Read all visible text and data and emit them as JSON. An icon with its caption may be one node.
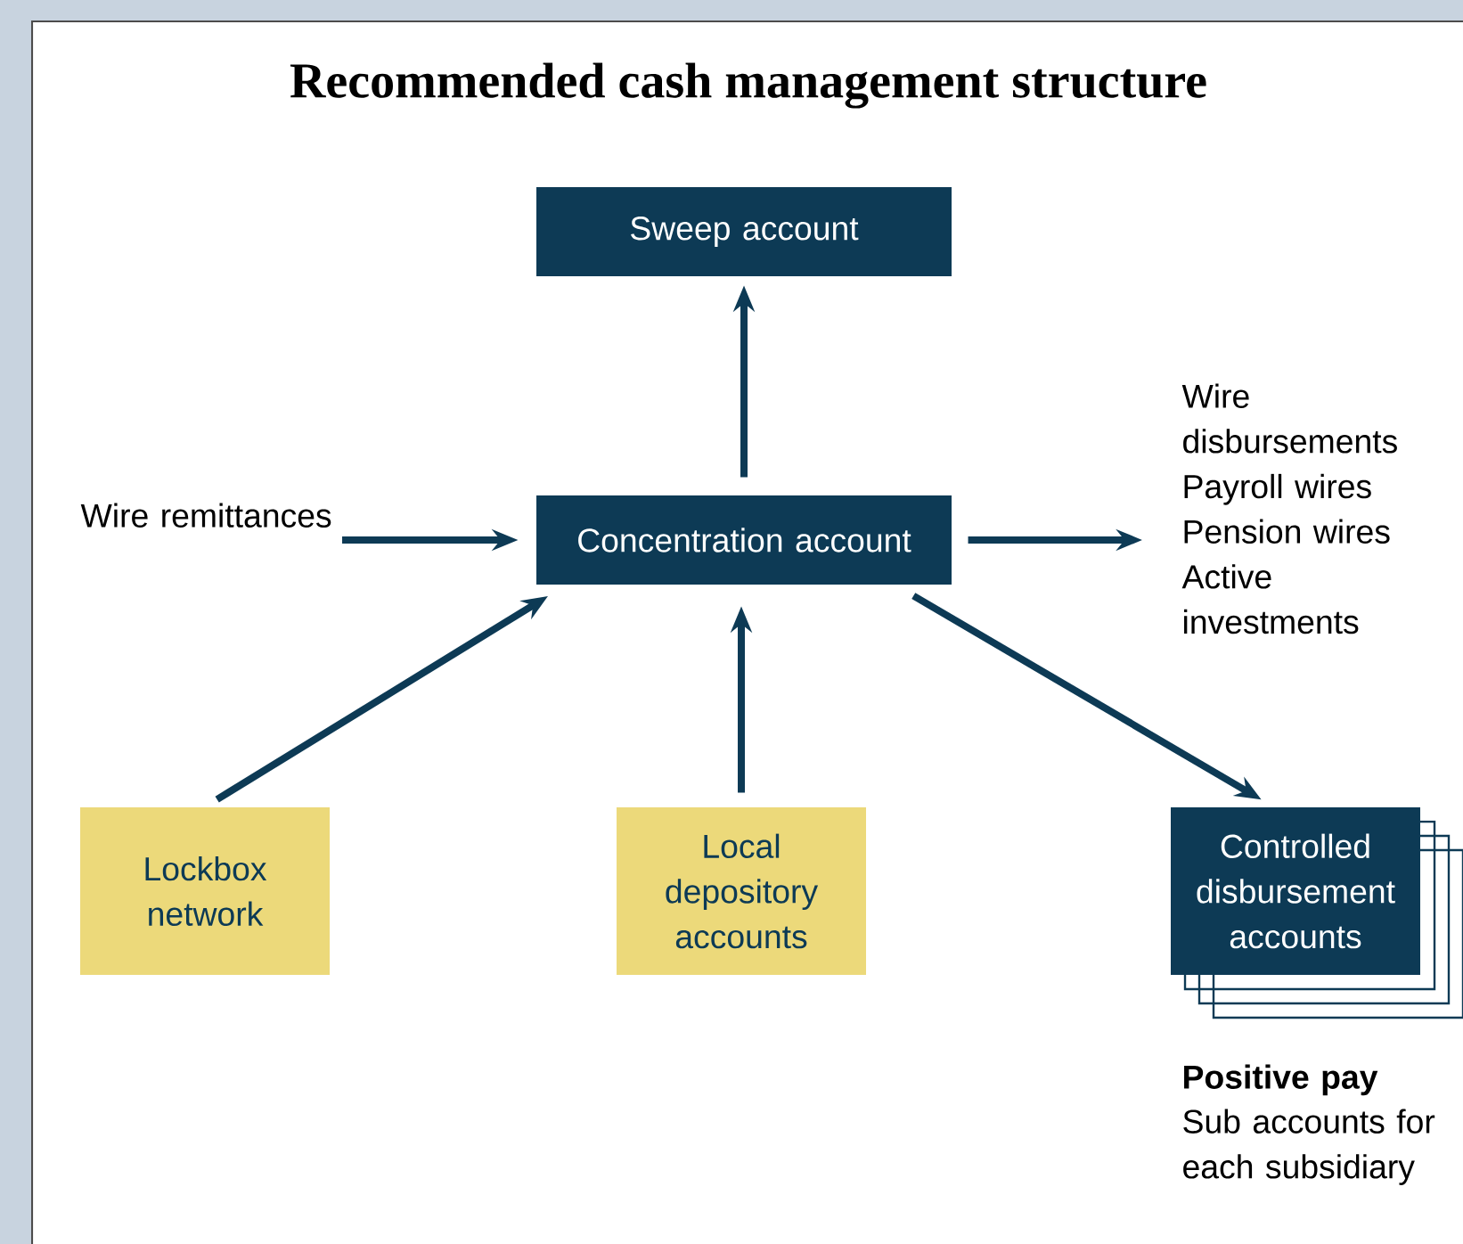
{
  "diagram": {
    "title": "Recommended cash management structure",
    "nodes": [
      {
        "text": [
          "Sweep account"
        ]
      },
      {
        "text": [
          "Concentration account"
        ]
      },
      {
        "text": [
          "Wire remittances"
        ]
      },
      {
        "text": [
          "Wire disbursements",
          "Payroll wires",
          "Pension wires",
          "Active investments"
        ]
      },
      {
        "text": [
          "Lockbox network"
        ]
      },
      {
        "text": [
          "Local depository accounts"
        ]
      },
      {
        "text": [
          "Controlled disbursement accounts"
        ],
        "beside": [
          "Positive pay",
          "Sub accounts for each subsidiary"
        ]
      }
    ],
    "edges": [
      {
        "from": 1,
        "to": 0,
        "arrow": "to"
      },
      {
        "from": 2,
        "to": 1,
        "arrow": "to"
      },
      {
        "from": 1,
        "to": 3,
        "arrow": "to"
      },
      {
        "from": 4,
        "to": 1,
        "arrow": "to"
      },
      {
        "from": 5,
        "to": 1,
        "arrow": "to"
      },
      {
        "from": 1,
        "to": 6,
        "arrow": "to"
      }
    ]
  }
}
